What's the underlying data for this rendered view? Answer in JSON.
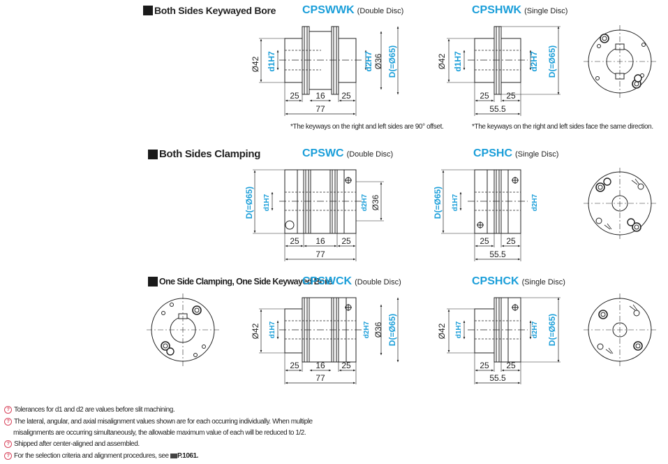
{
  "sections": [
    {
      "title": "Both Sides Keywayed Bore",
      "double": {
        "code": "CPSWWK",
        "kind": "(Double Disc)",
        "note": "*The keyways on the right and left sides are 90° offset."
      },
      "single": {
        "code": "CPSHWK",
        "kind": "(Single Disc)",
        "note": "*The keyways on the right and left sides face the same direction."
      }
    },
    {
      "title": "Both Sides Clamping",
      "double": {
        "code": "CPSWC",
        "kind": "(Double Disc)"
      },
      "single": {
        "code": "CPSHC",
        "kind": "(Single Disc)"
      }
    },
    {
      "title": "One Side Clamping, One Side Keywayed Bore",
      "double": {
        "code": "CPSWCK",
        "kind": "(Double Disc)"
      },
      "single": {
        "code": "CPSHCK",
        "kind": "(Single Disc)"
      }
    }
  ],
  "dims": {
    "hub_dia": "Ø42",
    "body_dia": "Ø36",
    "outer_dia": "D(=Ø65)",
    "bore1": "d1H7",
    "bore2": "d2H7",
    "hub_len": "25",
    "spacer_len": "16",
    "double_total": "77",
    "single_total": "55.5"
  },
  "footnotes": [
    "Tolerances for d1 and d2 are values before slit machining.",
    "The lateral, angular, and axial misalignment values shown are for each occurring individually. When multiple",
    "misalignments are occurring simultaneously, the allowable maximum value of each will be reduced to 1/2.",
    "Shipped after center-aligned and assembled.",
    "For the selection criteria and alignment procedures, see"
  ],
  "footnote_ref": "P.1061."
}
